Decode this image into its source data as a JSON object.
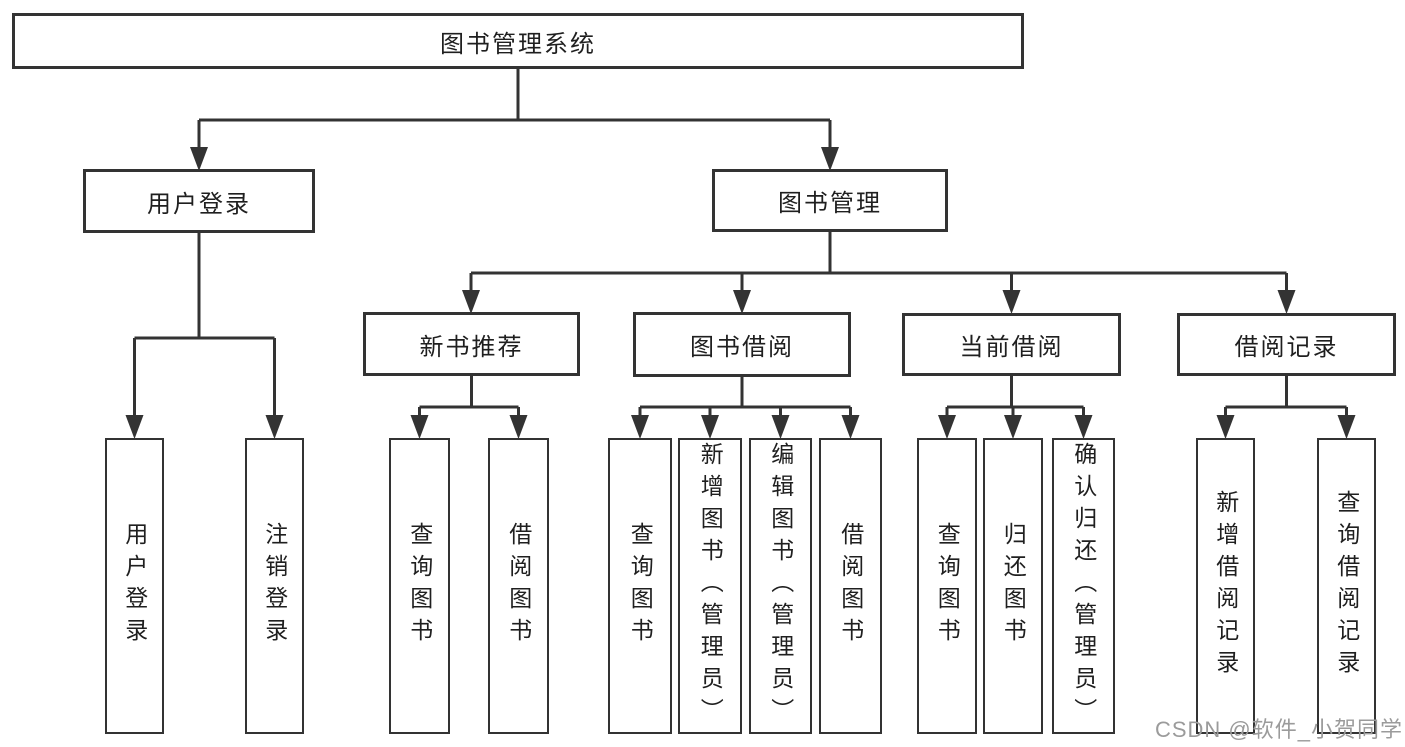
{
  "diagram": {
    "type": "hierarchy-chart",
    "colors": {
      "background": "#ffffff",
      "line": "#333333",
      "box_border": "#333333",
      "box_fill": "#ffffff",
      "text": "#1f1f1f",
      "watermark": "#9b9b9b"
    },
    "tree": {
      "root": {
        "label": "图书管理系统"
      },
      "branches": [
        {
          "label": "用户登录",
          "children": [
            "用户登录",
            "注销登录"
          ]
        },
        {
          "label": "图书管理",
          "children": [
            {
              "label": "新书推荐",
              "children": [
                "查询图书",
                "借阅图书"
              ]
            },
            {
              "label": "图书借阅",
              "children": [
                "查询图书",
                "新增图书（管理员）",
                "编辑图书（管理员）",
                "借阅图书"
              ]
            },
            {
              "label": "当前借阅",
              "children": [
                "查询图书",
                "归还图书",
                "确认归还（管理员）"
              ]
            },
            {
              "label": "借阅记录",
              "children": [
                "新增借阅记录",
                "查询借阅记录"
              ]
            }
          ]
        }
      ]
    },
    "watermark": {
      "text": "CSDN @软件_小贺同学"
    }
  }
}
